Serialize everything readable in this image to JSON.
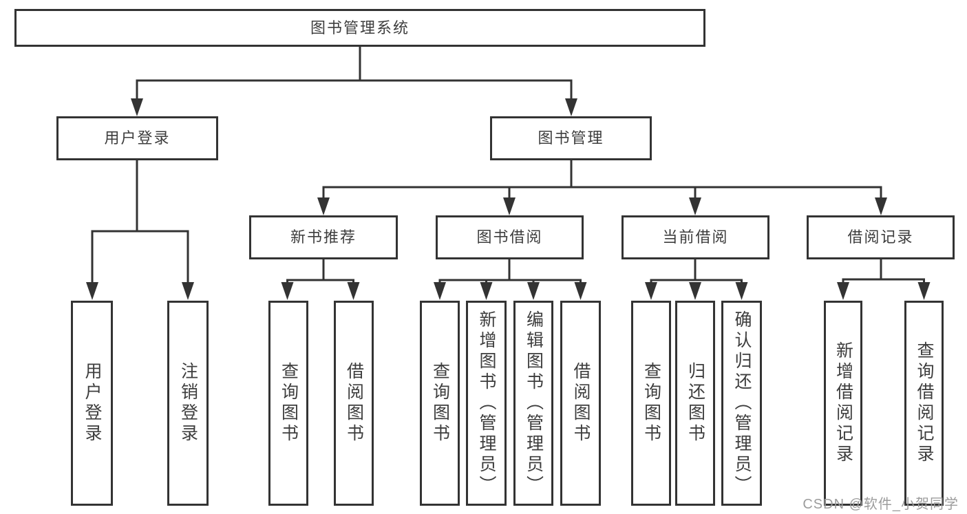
{
  "tree": {
    "root": {
      "label": "图书管理系统",
      "children": [
        {
          "label": "用户登录",
          "children": [
            {
              "label": "用户登录"
            },
            {
              "label": "注销登录"
            }
          ]
        },
        {
          "label": "图书管理",
          "children": [
            {
              "label": "新书推荐",
              "children": [
                {
                  "label": "查询图书"
                },
                {
                  "label": "借阅图书"
                }
              ]
            },
            {
              "label": "图书借阅",
              "children": [
                {
                  "label": "查询图书"
                },
                {
                  "label": "新增图书（管理员）"
                },
                {
                  "label": "编辑图书（管理员）"
                },
                {
                  "label": "借阅图书"
                }
              ]
            },
            {
              "label": "当前借阅",
              "children": [
                {
                  "label": "查询图书"
                },
                {
                  "label": "归还图书"
                },
                {
                  "label": "确认归还（管理员）"
                }
              ]
            },
            {
              "label": "借阅记录",
              "children": [
                {
                  "label": "新增借阅记录"
                },
                {
                  "label": "查询借阅记录"
                }
              ]
            }
          ]
        }
      ]
    }
  },
  "colors": {
    "line": "#333333",
    "box_border": "#333333",
    "text": "#3d3d3d",
    "watermark_text": "#9c9c9c",
    "background": "#ffffff"
  },
  "watermark": "CSDN @软件_小贺同学"
}
